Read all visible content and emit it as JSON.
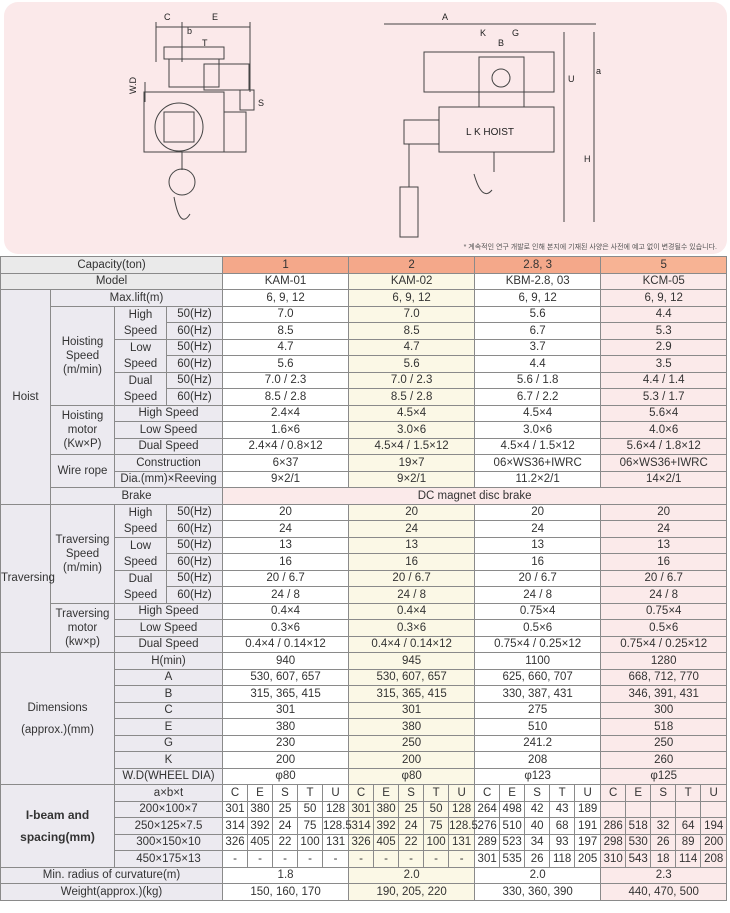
{
  "note": "* 계속적인 연구 개발로 인해 본지에 기재된 사양은 사전에 예고 없이 변경될수 있습니다.",
  "drawing": {
    "left_labels": {
      "c": "C",
      "e": "E",
      "b": "b",
      "t": "T",
      "wd": "W.D",
      "s": "S"
    },
    "right_labels": {
      "a": "A",
      "k": "K",
      "g": "G",
      "b": "B",
      "u": "U",
      "a2": "a",
      "h": "H"
    },
    "hoist_text": "L K   HOIST"
  },
  "header": {
    "capacity_label": "Capacity(ton)",
    "capacities": [
      "1",
      "2",
      "2.8, 3",
      "5"
    ],
    "model_label": "Model",
    "models": [
      "KAM-01",
      "KAM-02",
      "KBM-2.8, 03",
      "KCM-05"
    ]
  },
  "hoist": {
    "group_label": "Hoist",
    "max_lift_label": "Max.lift(m)",
    "max_lift": [
      "6, 9, 12",
      "6, 9, 12",
      "6, 9, 12",
      "6, 9, 12"
    ],
    "hoisting_speed_label": [
      "Hoisting",
      "Speed",
      "(m/min)"
    ],
    "high_label": "High Speed",
    "low_label": "Low Speed",
    "dual_label": "Dual Speed",
    "hz50": "50(Hz)",
    "hz60": "60(Hz)",
    "high_50": [
      "7.0",
      "7.0",
      "5.6",
      "4.4"
    ],
    "high_60": [
      "8.5",
      "8.5",
      "6.7",
      "5.3"
    ],
    "low_50": [
      "4.7",
      "4.7",
      "3.7",
      "2.9"
    ],
    "low_60": [
      "5.6",
      "5.6",
      "4.4",
      "3.5"
    ],
    "dual_50": [
      "7.0 / 2.3",
      "7.0 / 2.3",
      "5.6 / 1.8",
      "4.4 / 1.4"
    ],
    "dual_60": [
      "8.5 / 2.8",
      "8.5 / 2.8",
      "6.7 / 2.2",
      "5.3 / 1.7"
    ],
    "motor_label": [
      "Hoisting",
      "motor",
      "(Kw×P)"
    ],
    "motor_high_label": "High Speed",
    "motor_low_label": "Low Speed",
    "motor_dual_label": "Dual Speed",
    "motor_high": [
      "2.4×4",
      "4.5×4",
      "4.5×4",
      "5.6×4"
    ],
    "motor_low": [
      "1.6×6",
      "3.0×6",
      "3.0×6",
      "4.0×6"
    ],
    "motor_dual": [
      "2.4×4 / 0.8×12",
      "4.5×4 / 1.5×12",
      "4.5×4 / 1.5×12",
      "5.6×4 / 1.8×12"
    ],
    "wire_label": "Wire rope",
    "construction_label": "Construction",
    "reeving_label": "Dia.(mm)×Reeving",
    "construction": [
      "6×37",
      "19×7",
      "06×WS36+IWRC",
      "06×WS36+IWRC"
    ],
    "reeving": [
      "9×2/1",
      "9×2/1",
      "11.2×2/1",
      "14×2/1"
    ],
    "brake_label": "Brake",
    "brake": "DC magnet disc brake"
  },
  "traversing": {
    "group_label": "Traversing",
    "speed_label": [
      "Traversing",
      "Speed",
      "(m/min)"
    ],
    "high_label": "High Speed",
    "low_label": "Low Speed",
    "dual_label": "Dual Speed",
    "hz50": "50(Hz)",
    "hz60": "60(Hz)",
    "high_50": [
      "20",
      "20",
      "20",
      "20"
    ],
    "high_60": [
      "24",
      "24",
      "24",
      "24"
    ],
    "low_50": [
      "13",
      "13",
      "13",
      "13"
    ],
    "low_60": [
      "16",
      "16",
      "16",
      "16"
    ],
    "dual_50": [
      "20 / 6.7",
      "20 / 6.7",
      "20 / 6.7",
      "20 / 6.7"
    ],
    "dual_60": [
      "24 / 8",
      "24 / 8",
      "24 / 8",
      "24 / 8"
    ],
    "motor_label": [
      "Traversing",
      "motor",
      "(kw×p)"
    ],
    "motor_high_label": "High Speed",
    "motor_low_label": "Low Speed",
    "motor_dual_label": "Dual Speed",
    "motor_high": [
      "0.4×4",
      "0.4×4",
      "0.75×4",
      "0.75×4"
    ],
    "motor_low": [
      "0.3×6",
      "0.3×6",
      "0.5×6",
      "0.5×6"
    ],
    "motor_dual": [
      "0.4×4 / 0.14×12",
      "0.4×4 / 0.14×12",
      "0.75×4 / 0.25×12",
      "0.75×4 / 0.25×12"
    ]
  },
  "dimensions": {
    "group_label": [
      "Dimensions",
      "(approx.)(mm)"
    ],
    "rows": [
      {
        "label": "H(min)",
        "values": [
          "940",
          "945",
          "1100",
          "1280"
        ]
      },
      {
        "label": "A",
        "values": [
          "530, 607, 657",
          "530, 607, 657",
          "625, 660, 707",
          "668, 712, 770"
        ]
      },
      {
        "label": "B",
        "values": [
          "315, 365, 415",
          "315, 365, 415",
          "330, 387, 431",
          "346, 391, 431"
        ]
      },
      {
        "label": "C",
        "values": [
          "301",
          "301",
          "275",
          "300"
        ]
      },
      {
        "label": "E",
        "values": [
          "380",
          "380",
          "510",
          "518"
        ]
      },
      {
        "label": "G",
        "values": [
          "230",
          "250",
          "241.2",
          "250"
        ]
      },
      {
        "label": "K",
        "values": [
          "200",
          "200",
          "208",
          "260"
        ]
      },
      {
        "label": "W.D(WHEEL DIA)",
        "values": [
          "φ80",
          "φ80",
          "φ123",
          "φ125"
        ]
      }
    ]
  },
  "ibeam": {
    "group_label": [
      "I-beam and",
      "spacing(mm)"
    ],
    "axbxt_label": "a×b×t",
    "cols": [
      "C",
      "E",
      "S",
      "T",
      "U"
    ],
    "rows": [
      {
        "label": "200×100×7",
        "values": [
          "301",
          "380",
          "25",
          "50",
          "128",
          "301",
          "380",
          "25",
          "50",
          "128",
          "264",
          "498",
          "42",
          "43",
          "189",
          "",
          "",
          "",
          "",
          ""
        ]
      },
      {
        "label": "250×125×7.5",
        "values": [
          "314",
          "392",
          "24",
          "75",
          "128.5",
          "314",
          "392",
          "24",
          "75",
          "128.5",
          "276",
          "510",
          "40",
          "68",
          "191",
          "286",
          "518",
          "32",
          "64",
          "194"
        ]
      },
      {
        "label": "300×150×10",
        "values": [
          "326",
          "405",
          "22",
          "100",
          "131",
          "326",
          "405",
          "22",
          "100",
          "131",
          "289",
          "523",
          "34",
          "93",
          "197",
          "298",
          "530",
          "26",
          "89",
          "200"
        ]
      },
      {
        "label": "450×175×13",
        "values": [
          "-",
          "-",
          "-",
          "-",
          "-",
          "-",
          "-",
          "-",
          "-",
          "-",
          "301",
          "535",
          "26",
          "118",
          "205",
          "310",
          "543",
          "18",
          "114",
          "208"
        ]
      }
    ]
  },
  "footer": {
    "radius_label": "Min. radius of curvature(m)",
    "radius": [
      "1.8",
      "2.0",
      "2.0",
      "2.3"
    ],
    "weight_label": "Weight(approx.)(kg)",
    "weight": [
      "150, 160, 170",
      "190, 205, 220",
      "330, 360, 390",
      "440, 470, 500"
    ]
  }
}
